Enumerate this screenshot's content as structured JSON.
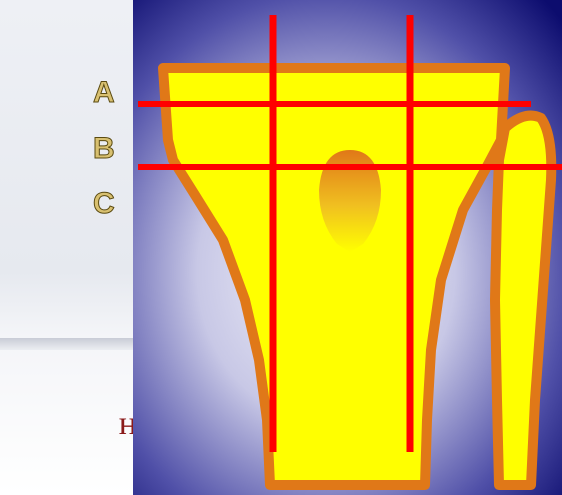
{
  "slide": {
    "clipped_text": "н"
  },
  "diagram": {
    "labels": [
      "A",
      "B",
      "C"
    ]
  },
  "colors": {
    "implant_fill": "#ffff00",
    "implant_outline": "#e07818",
    "guide_lines": "#ff0000",
    "panel_edge": "#0c0c6e",
    "panel_center": "#f2f2fa"
  }
}
